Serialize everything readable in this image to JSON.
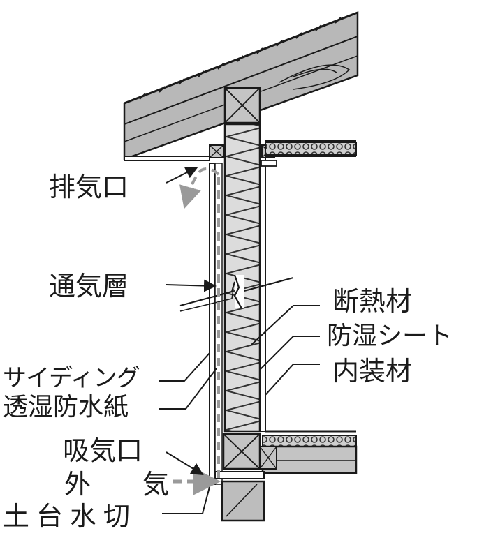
{
  "labels": {
    "exhaust_vent": "排気口",
    "air_layer": "通気層",
    "siding": "サイディング",
    "breathable_paper": "透湿防水紙",
    "intake_vent": "吸気口",
    "outside_air": "外　気",
    "sill_flashing": "土台水切",
    "insulation": "断熱材",
    "vapor_barrier": "防湿シート",
    "interior_finish": "内装材"
  },
  "colors": {
    "line": "#1a1a1a",
    "roof_gray": "#b8b8b8",
    "airflow_arrow": "#9a9a9a",
    "insulation_fill": "#dcdcdc",
    "timber_fill": "#c4c4c4"
  }
}
